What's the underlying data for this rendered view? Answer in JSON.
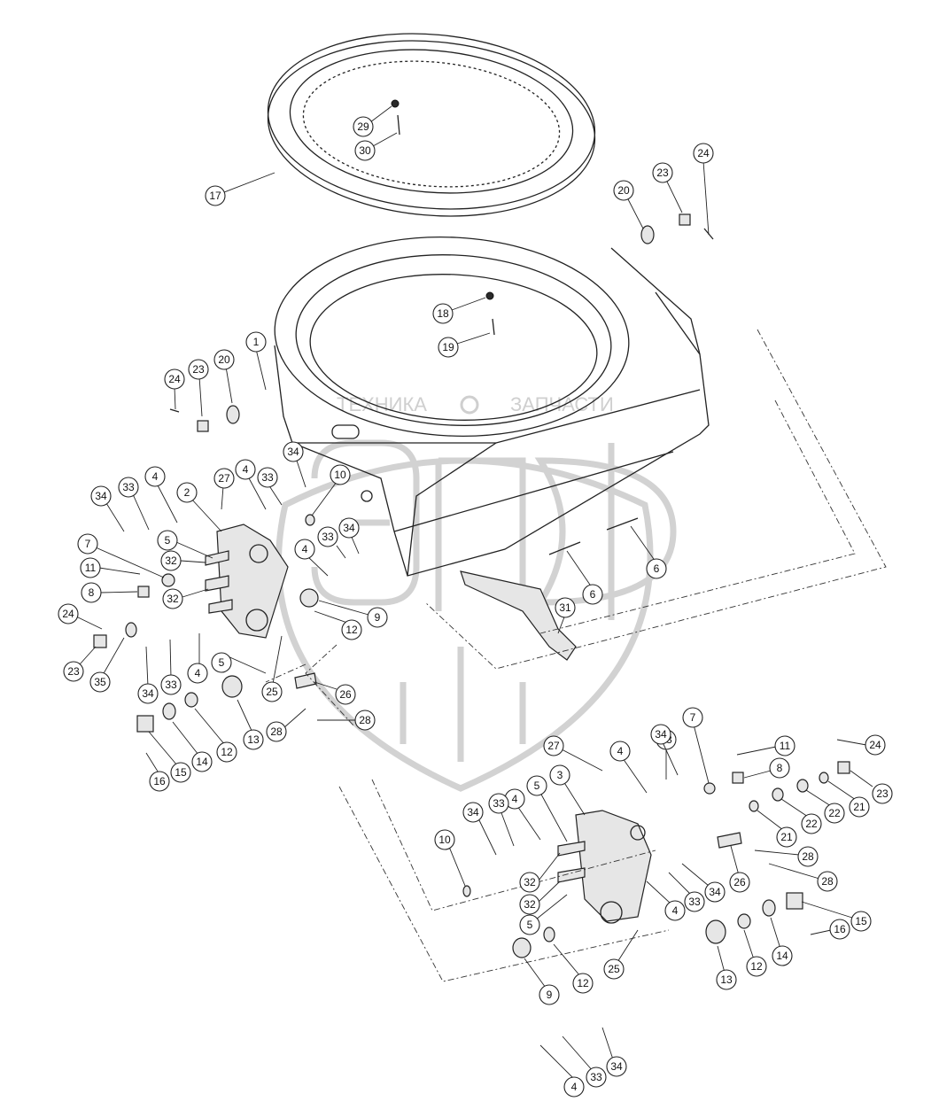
{
  "watermark": {
    "text_left": "ТЕХНИКА",
    "text_right": "ЗАПЧАСТИ",
    "logo_letters": "ЭПФ"
  },
  "labels": [
    "1",
    "2",
    "3",
    "4",
    "5",
    "6",
    "7",
    "8",
    "9",
    "10",
    "11",
    "12",
    "13",
    "14",
    "15",
    "16",
    "17",
    "18",
    "19",
    "20",
    "21",
    "22",
    "23",
    "24",
    "25",
    "26",
    "27",
    "28",
    "29",
    "30",
    "31",
    "32",
    "33",
    "34",
    "35"
  ]
}
